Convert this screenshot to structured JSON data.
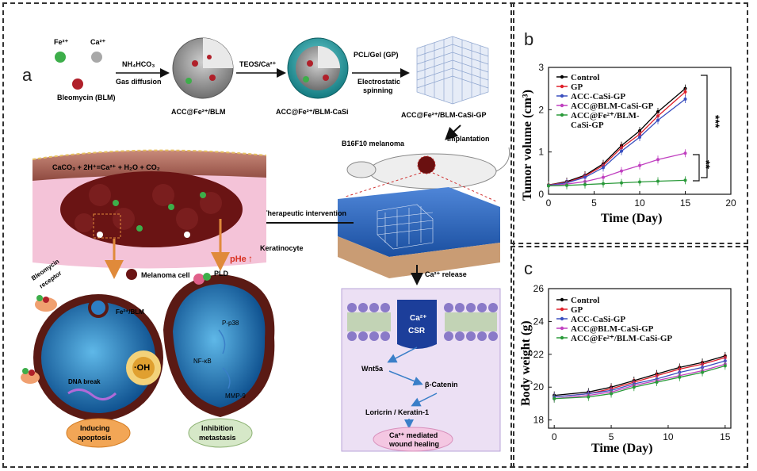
{
  "panel_a": {
    "label": "a",
    "ions": {
      "fe": "Fe²⁺",
      "ca": "Ca²⁺",
      "drug": "Bleomycin (BLM)"
    },
    "steps": {
      "s1": "NH₄HCO₃",
      "s1b": "Gas diffusion",
      "s2": "TEOS/Ca²⁺",
      "s3": "PCL/Gel (GP)",
      "s3b": "Electrostatic",
      "s3c": "spinning"
    },
    "products": {
      "p1": "ACC@Fe²⁺/BLM",
      "p2": "ACC@Fe²⁺/BLM-CaSi",
      "p3": "ACC@Fe²⁺/BLM-CaSi-GP"
    },
    "mouse": {
      "melanoma": "B16F10 melanoma",
      "implant": "Implantation"
    },
    "reaction": "CaCO₃ + 2H⁺=Ca²⁺ + H₂O + CO₂",
    "therapeutic": "Therapeutic intervention",
    "phe": "pHe",
    "keratinocyte": "Keratinocyte",
    "melanoma_cell": "Melanoma cell",
    "bleomycin_receptor_1": "Bleomycin",
    "bleomycin_receptor_2": "receptor",
    "fe_blm": "Fe²⁺/BLM",
    "oh": "·OH",
    "dna": "DNA break",
    "pld": "PLD",
    "pathway": {
      "p38": "P-p38",
      "nfkb": "NF-κB",
      "mmp": "MMP-9"
    },
    "apoptosis_1": "Inducing",
    "apoptosis_2": "apoptosis",
    "metastasis_1": "Inhibition",
    "metastasis_2": "metastasis",
    "ca_release": "Ca²⁺ release",
    "csr_1": "Ca²⁺",
    "csr_2": "CSR",
    "wnt": "Wnt5a",
    "catenin": "β-Catenin",
    "loricrin": "Loricrin / Keratin-1",
    "healing_1": "Ca²⁺ mediated",
    "healing_2": "wound healing",
    "colors": {
      "fe": "#3dae4a",
      "ca": "#9a9a9a",
      "blm": "#b0202a",
      "teal": "#1f9aa0",
      "skin": "#9b4a3a"
    }
  },
  "panel_b": {
    "label": "b",
    "chart_data": {
      "type": "line",
      "xlabel": "Time (Day)",
      "ylabel": "Tumor volume (cm³)",
      "xlim": [
        0,
        20
      ],
      "ylim": [
        0,
        3
      ],
      "xticks": [
        "0",
        "5",
        "10",
        "15",
        "20"
      ],
      "yticks": [
        "0",
        "1",
        "2",
        "3"
      ],
      "x": [
        0,
        2,
        4,
        6,
        8,
        10,
        12,
        15
      ],
      "series": [
        {
          "name": "Control",
          "color": "#000000",
          "values": [
            0.22,
            0.3,
            0.45,
            0.72,
            1.15,
            1.5,
            1.95,
            2.5
          ]
        },
        {
          "name": "GP",
          "color": "#e0202a",
          "values": [
            0.22,
            0.28,
            0.43,
            0.68,
            1.1,
            1.42,
            1.85,
            2.42
          ]
        },
        {
          "name": "ACC-CaSi-GP",
          "color": "#3a4fbf",
          "values": [
            0.21,
            0.27,
            0.4,
            0.63,
            1.02,
            1.35,
            1.75,
            2.25
          ]
        },
        {
          "name": "ACC@BLM-CaSi-GP",
          "color": "#c040c0",
          "values": [
            0.2,
            0.24,
            0.3,
            0.4,
            0.55,
            0.68,
            0.82,
            0.97
          ]
        },
        {
          "name": "ACC@Fe²⁺/BLM-CaSi-GP",
          "legend_line1": "ACC@Fe²⁺/BLM-",
          "legend_line2": "CaSi-GP",
          "color": "#2a9a3a",
          "values": [
            0.2,
            0.21,
            0.23,
            0.25,
            0.27,
            0.29,
            0.31,
            0.33
          ]
        }
      ],
      "annotations": [
        "***",
        "**"
      ]
    }
  },
  "panel_c": {
    "label": "c",
    "chart_data": {
      "type": "line",
      "xlabel": "Time (Day)",
      "ylabel": "Body weight (g)",
      "xlim": [
        -0.5,
        15.5
      ],
      "ylim": [
        17.5,
        26
      ],
      "xticks": [
        "0",
        "5",
        "10",
        "15"
      ],
      "yticks": [
        "18",
        "20",
        "22",
        "24",
        "26"
      ],
      "x": [
        0,
        3,
        5,
        7,
        9,
        11,
        13,
        15
      ],
      "series": [
        {
          "name": "Control",
          "color": "#000000",
          "values": [
            19.5,
            19.7,
            20.0,
            20.4,
            20.8,
            21.2,
            21.5,
            21.9
          ]
        },
        {
          "name": "GP",
          "color": "#e0202a",
          "values": [
            19.4,
            19.6,
            19.9,
            20.3,
            20.7,
            21.1,
            21.4,
            21.8
          ]
        },
        {
          "name": "ACC-CaSi-GP",
          "color": "#3a4fbf",
          "values": [
            19.4,
            19.6,
            19.8,
            20.2,
            20.5,
            20.9,
            21.2,
            21.6
          ]
        },
        {
          "name": "ACC@BLM-CaSi-GP",
          "color": "#c040c0",
          "values": [
            19.3,
            19.5,
            19.7,
            20.1,
            20.4,
            20.7,
            21.0,
            21.4
          ]
        },
        {
          "name": "ACC@Fe²⁺/BLM-CaSi-GP",
          "color": "#2a9a3a",
          "values": [
            19.3,
            19.4,
            19.6,
            20.0,
            20.3,
            20.6,
            20.9,
            21.3
          ]
        }
      ]
    }
  }
}
